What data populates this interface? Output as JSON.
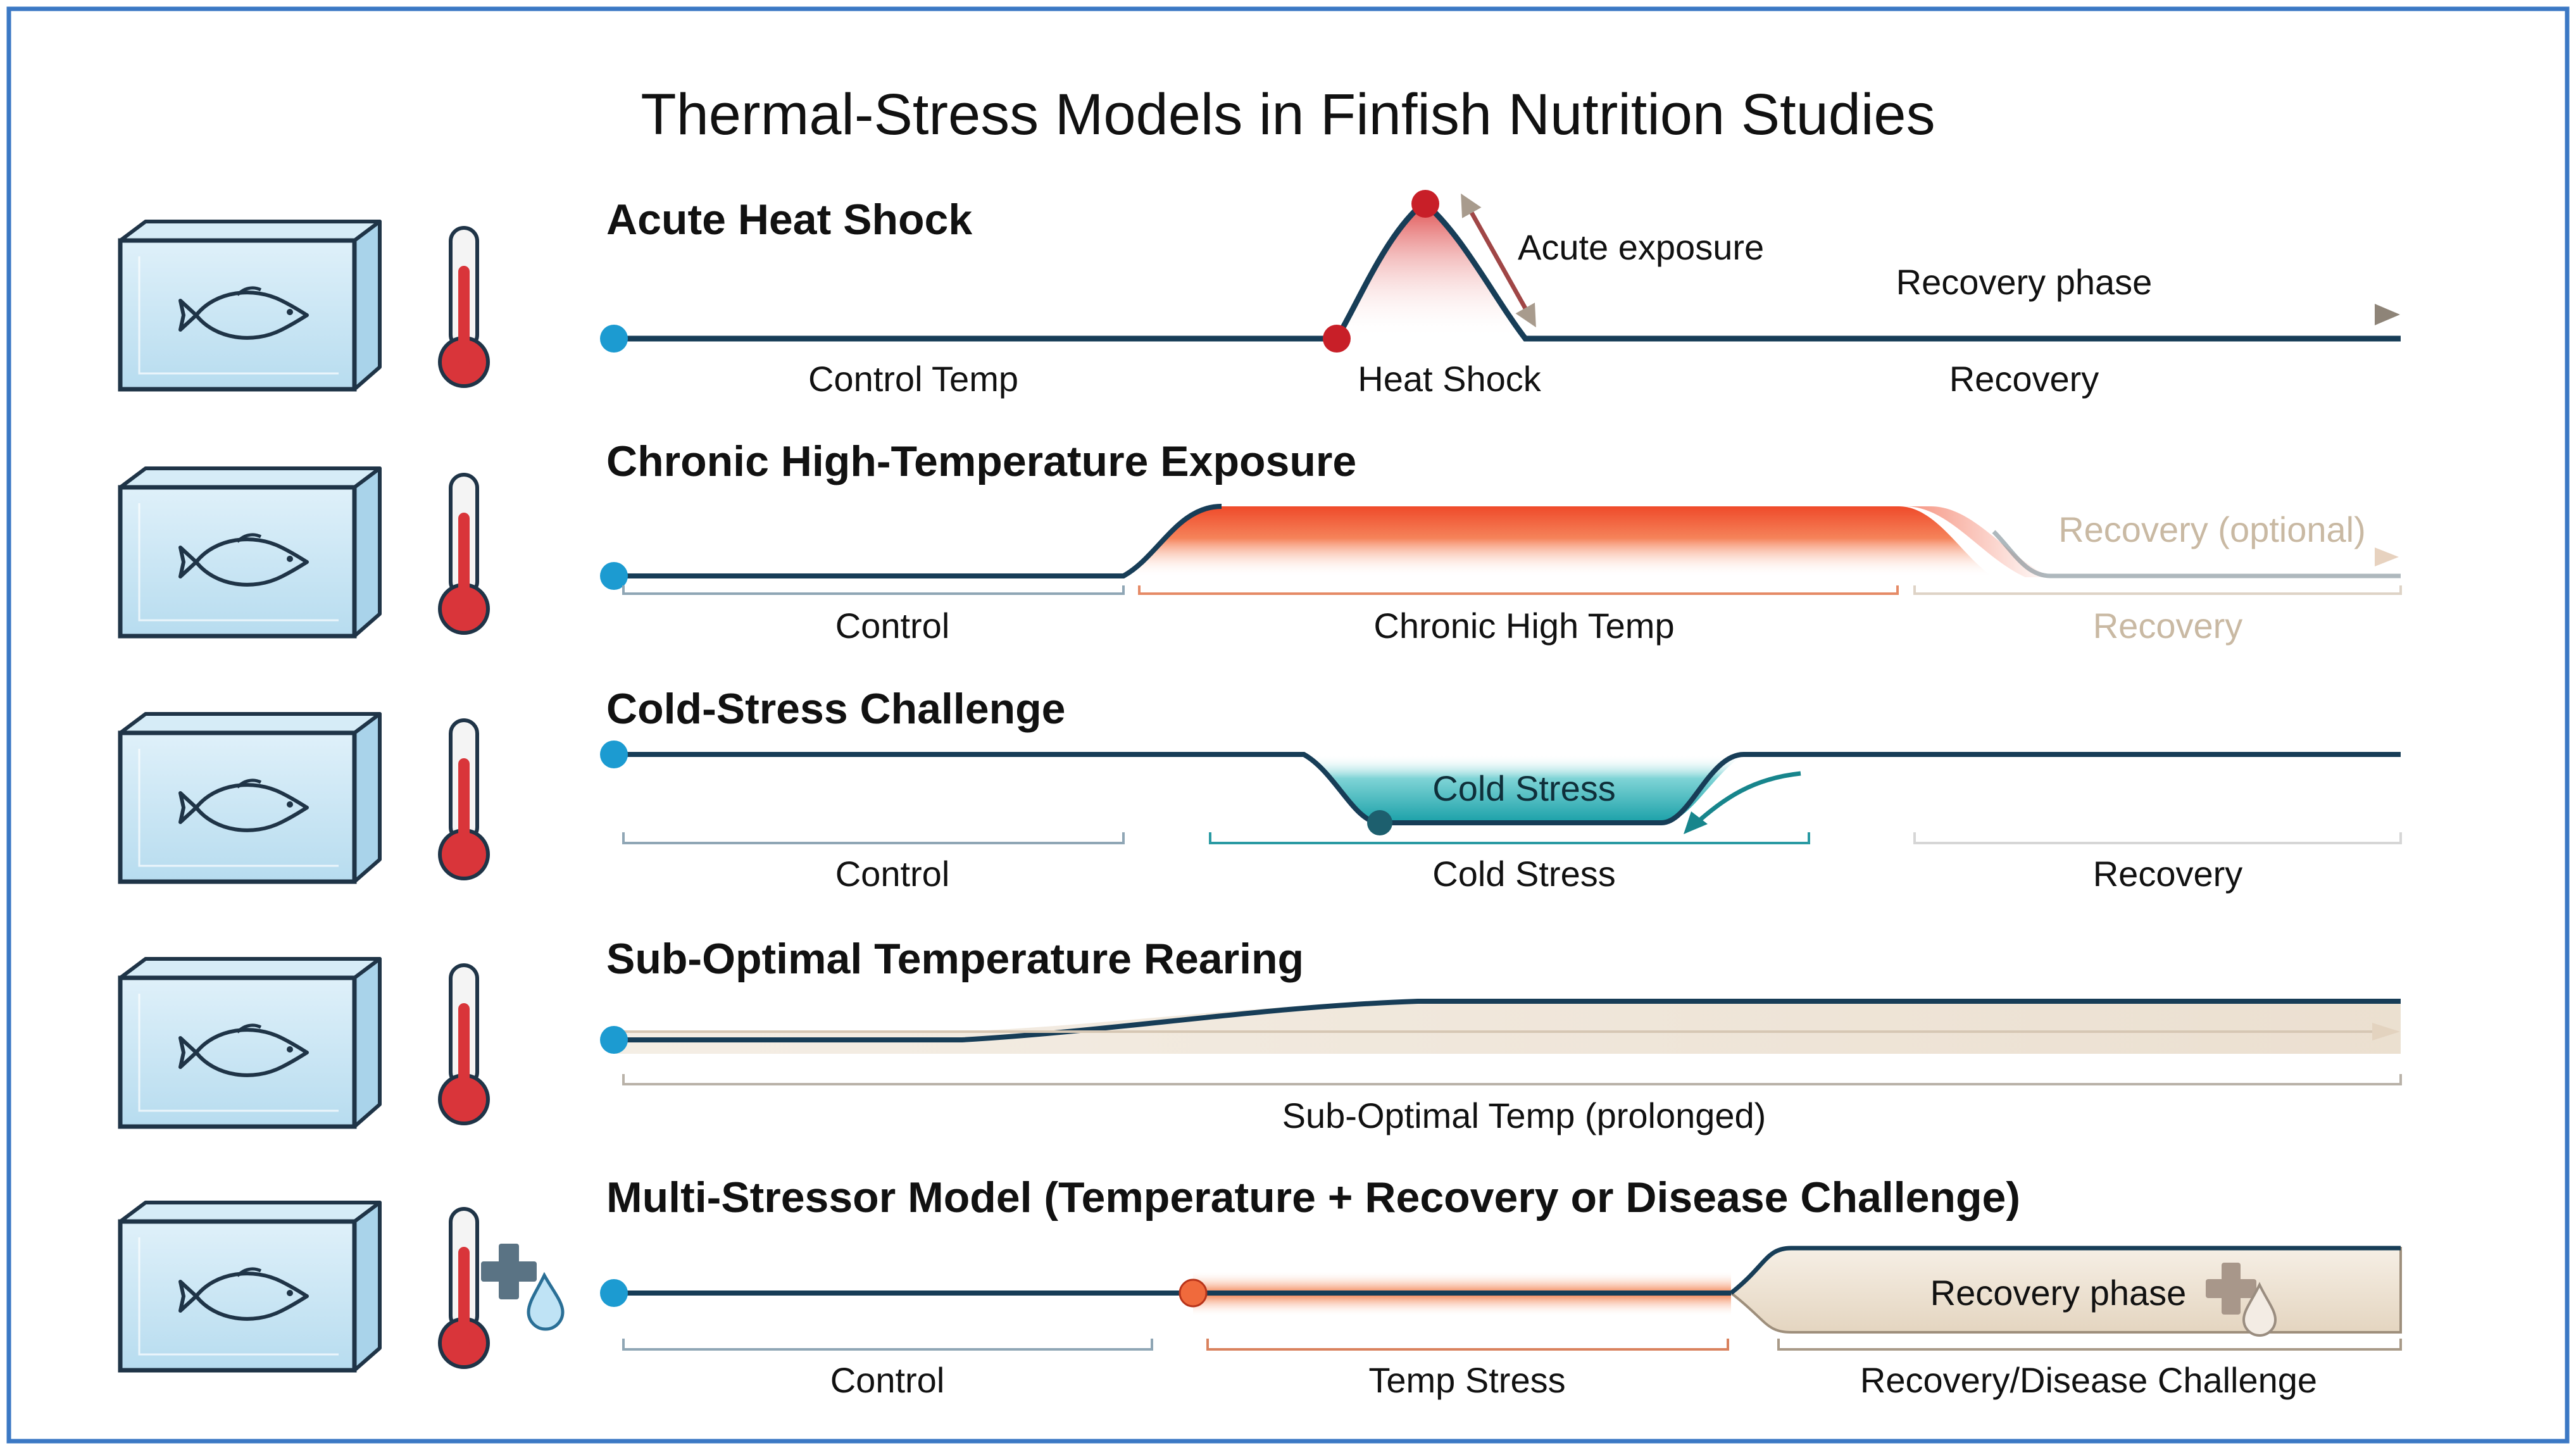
{
  "title": "Thermal-Stress Models in Finfish Nutrition Studies",
  "icons": {
    "tank": "aquarium-tank-with-fish-icon",
    "thermometer": "thermometer-icon",
    "medical_cross": "medical-cross-icon",
    "water_drop": "water-drop-icon"
  },
  "colors": {
    "border": "#3b78c4",
    "navy_line": "#173d57",
    "endpoint_blue": "#1c9bd1",
    "heat_red": "#e03a3a",
    "orange": "#f06a3c",
    "teal": "#17a3ab",
    "beige": "#e8dccb",
    "faded": "#c9b9a3",
    "thermometer_red": "#d9353a"
  },
  "rows": [
    {
      "heading": "Acute Heat Shock",
      "labels": {
        "control": "Control Temp",
        "stress": "Heat Shock",
        "recovery": "Recovery"
      },
      "annotations": {
        "peak": "Acute exposure",
        "arrow": "Recovery phase"
      }
    },
    {
      "heading": "Chronic High-Temperature Exposure",
      "labels": {
        "control": "Control",
        "stress": "Chronic High Temp",
        "recovery": "Recovery"
      },
      "annotations": {
        "arrow": "Recovery (optional)"
      }
    },
    {
      "heading": "Cold-Stress Challenge",
      "labels": {
        "control": "Control",
        "stress": "Cold Stress",
        "recovery": "Recovery"
      },
      "annotations": {
        "trough": "Cold Stress"
      }
    },
    {
      "heading": "Sub-Optimal Temperature Rearing",
      "labels": {
        "span": "Sub-Optimal Temp (prolonged)"
      }
    },
    {
      "heading": "Multi-Stressor Model (Temperature + Recovery or Disease Challenge)",
      "labels": {
        "control": "Control",
        "stress": "Temp Stress",
        "recovery": "Recovery/Disease Challenge"
      },
      "annotations": {
        "band": "Recovery phase"
      }
    }
  ]
}
